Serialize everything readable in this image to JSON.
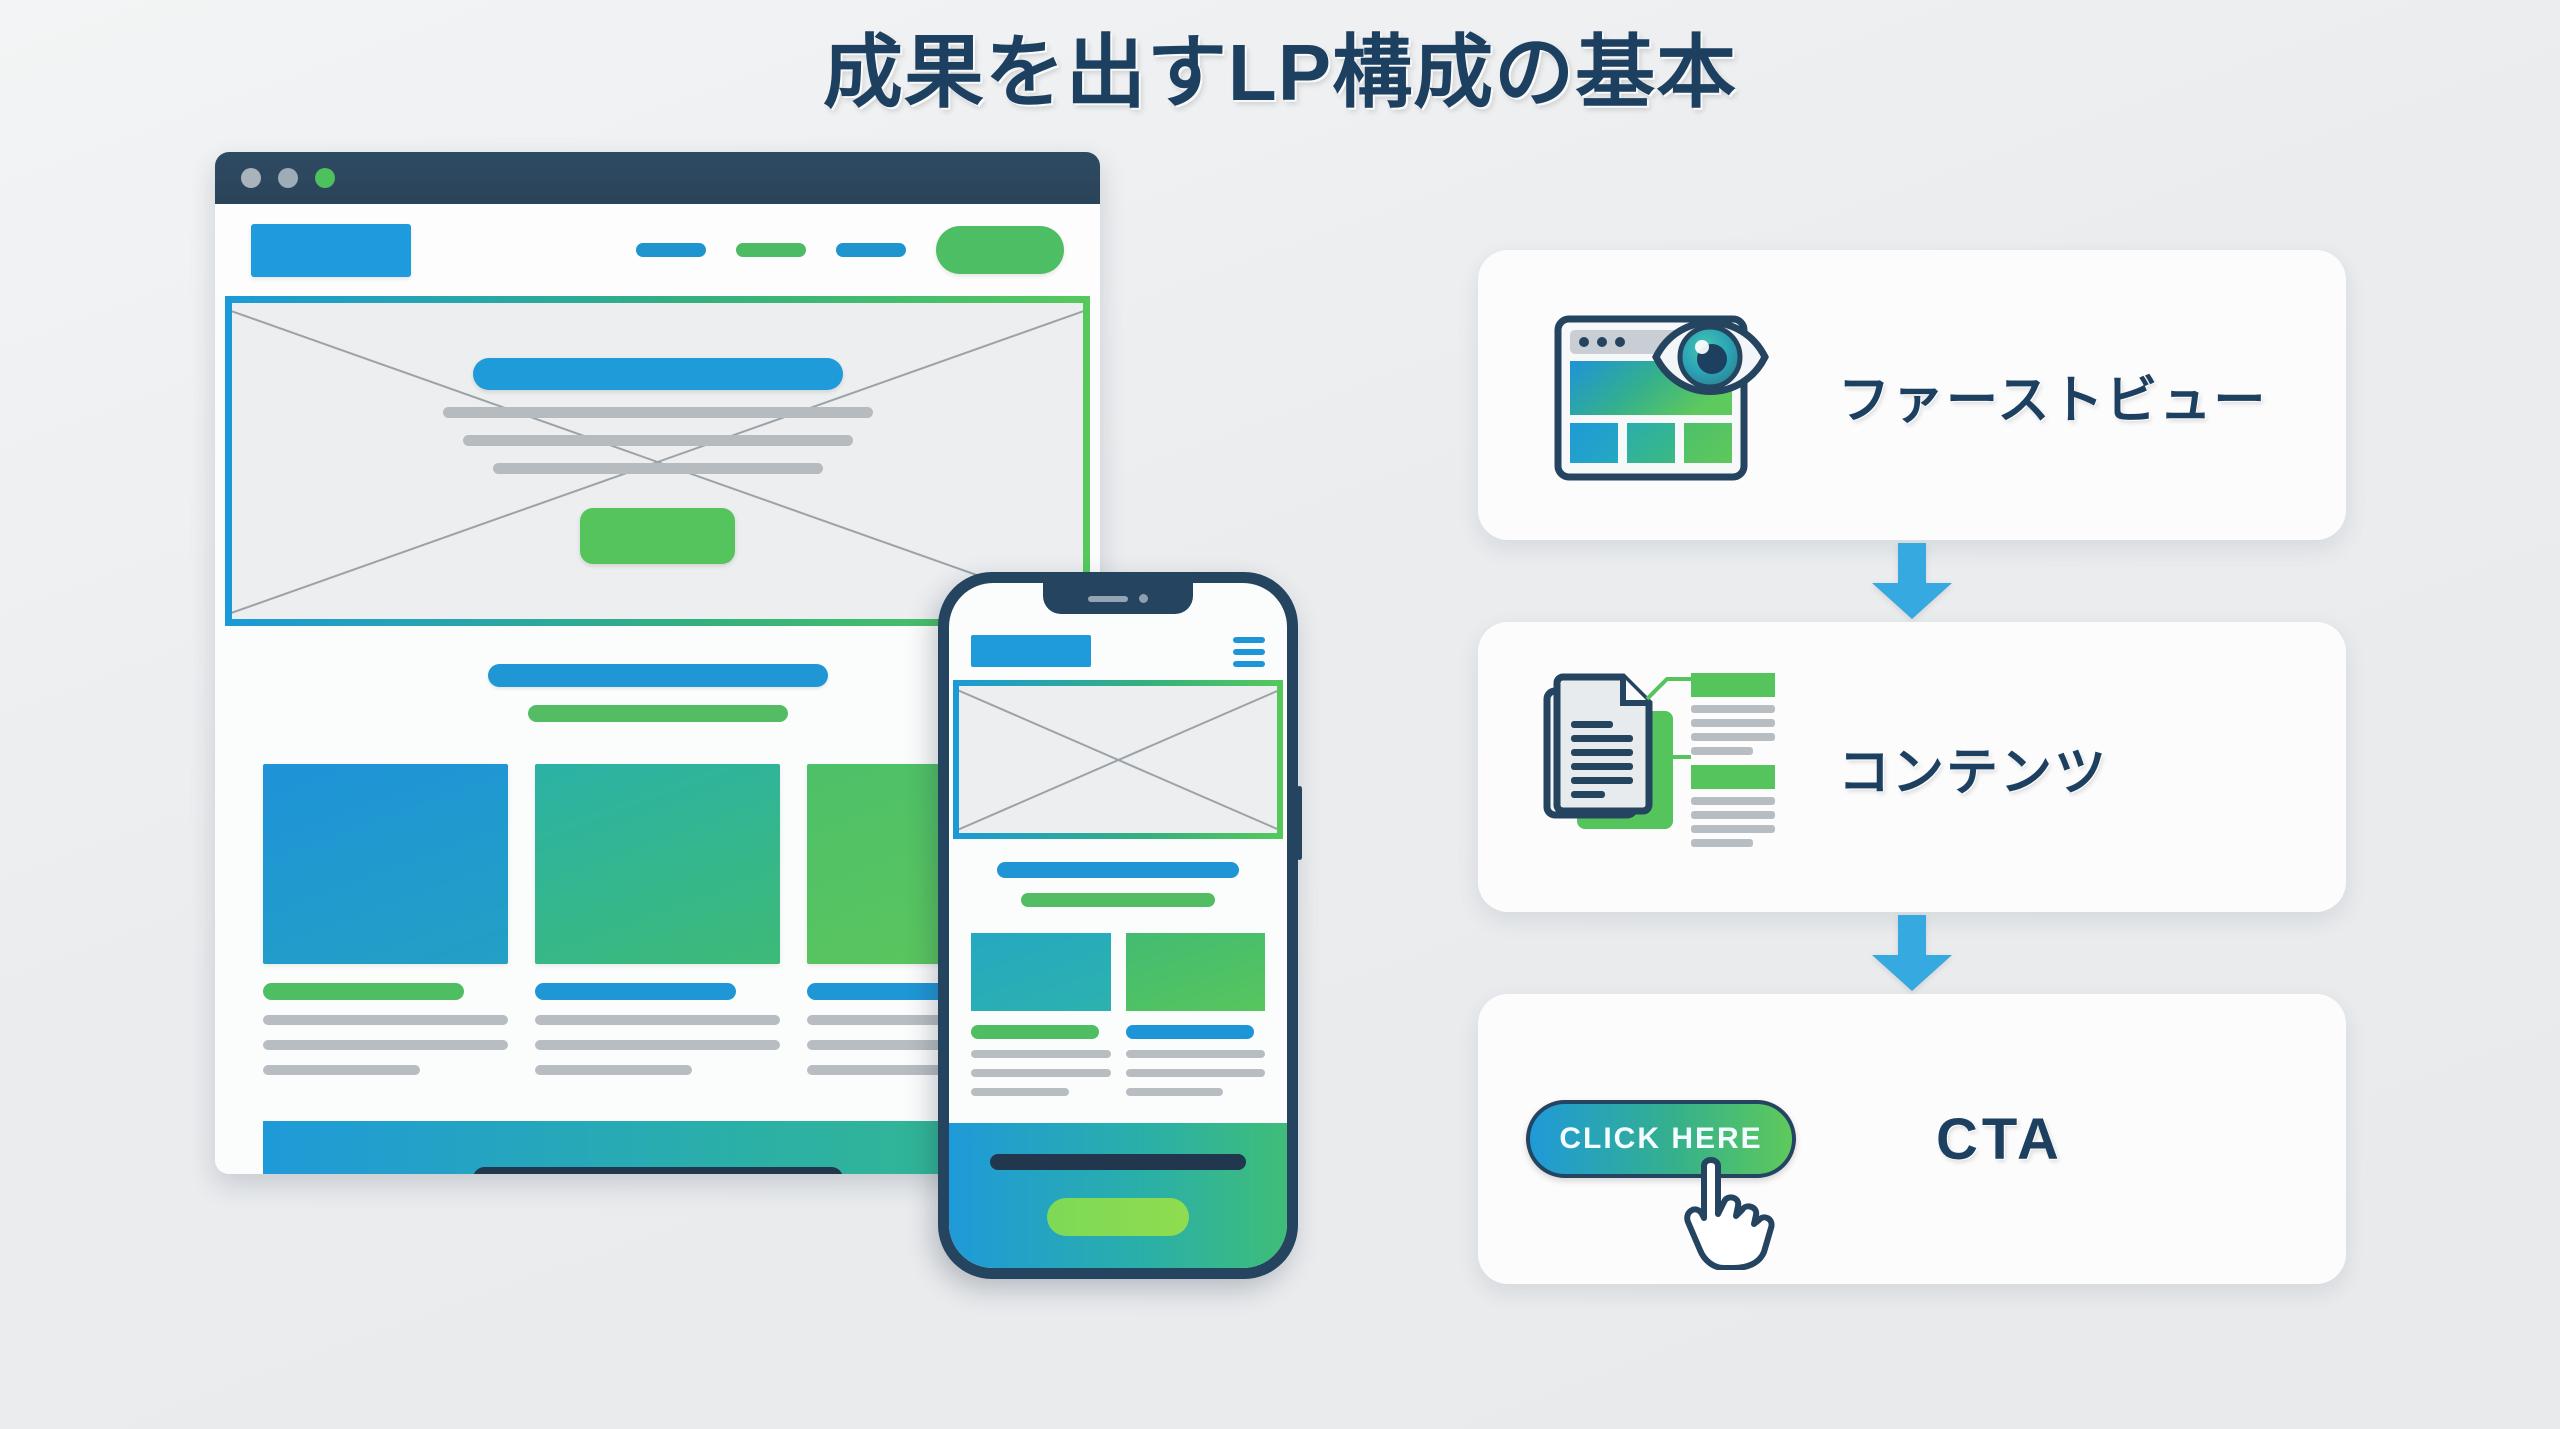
{
  "title": "成果を出すLP構成の基本",
  "browser_mockup": {
    "name": "desktop-landing-page-wireframe",
    "titlebar_dots": [
      "gray",
      "gray",
      "green"
    ],
    "nav": {
      "logo": "logo-block",
      "links": [
        "nav-link-1",
        "nav-link-2",
        "nav-link-3"
      ],
      "cta_button": "nav-cta-button"
    },
    "hero": {
      "placeholder": "image-placeholder-x",
      "headline": "hero-headline-bar",
      "body_lines": 3,
      "cta_button": "hero-cta-button"
    },
    "content_section": {
      "section_title": "section-title-bar",
      "section_subtitle": "section-subtitle-bar",
      "cards": [
        {
          "image": "blue",
          "label": "green",
          "lines": 3
        },
        {
          "image": "teal",
          "label": "blue",
          "lines": 3
        },
        {
          "image": "green",
          "label": "blue",
          "lines": 3
        }
      ]
    },
    "bottom_band": {
      "headline": "band-headline-bar",
      "cta_button": "band-cta-button"
    }
  },
  "phone_mockup": {
    "name": "mobile-landing-page-wireframe",
    "nav": {
      "logo": "logo-block",
      "menu": "hamburger-menu"
    },
    "hero": {
      "placeholder": "image-placeholder-x"
    },
    "body": {
      "headline": "mobile-headline-bar",
      "subheadline": "mobile-subheadline-bar",
      "cards": [
        {
          "image": "teal",
          "label": "green",
          "lines": 3
        },
        {
          "image": "green",
          "label": "blue",
          "lines": 3
        }
      ]
    },
    "bottom_band": {
      "headline": "band-headline-bar",
      "cta_button": "band-cta-button"
    }
  },
  "flow": {
    "steps": [
      {
        "label": "ファーストビュー",
        "icon": "browser-eye-icon"
      },
      {
        "label": "コンテンツ",
        "icon": "documents-icon"
      },
      {
        "label": "CTA",
        "icon": "click-button-cursor-icon",
        "button_text": "CLICK HERE"
      }
    ],
    "arrow_icon": "arrow-down-icon"
  },
  "colors": {
    "background": "#eceef0",
    "title_navy": "#1d4061",
    "accent_blue": "#1f9bd9",
    "accent_green": "#4dbe64",
    "accent_teal": "#2bb0a6",
    "dark_navy": "#24445f",
    "arrow_blue": "#36a9e1",
    "card_white": "#fcfcfd",
    "gray_line": "#b8bdc2"
  }
}
